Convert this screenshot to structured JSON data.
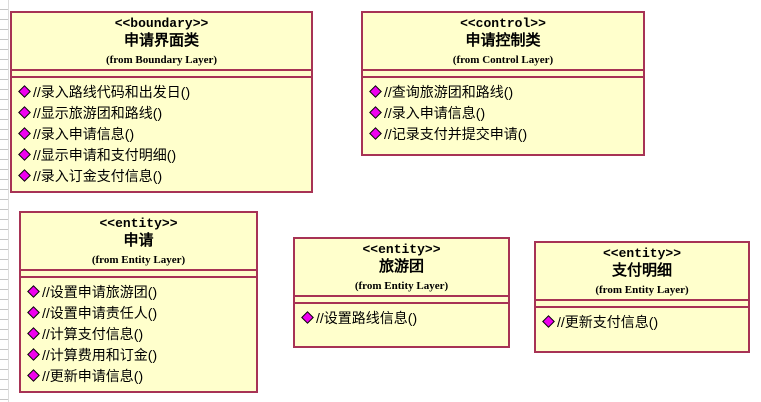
{
  "colors": {
    "class_fill": "#FFFFCC",
    "class_border": "#A73355",
    "operation_icon": "#EE00EE",
    "operation_icon_shade": "#7A00B8",
    "operation_icon_outline": "#000000",
    "ruler_tick": "#C6C6C6"
  },
  "classes": [
    {
      "stereotype": "<<boundary>>",
      "name": "申请界面类",
      "from": "(from Boundary Layer)",
      "methods": [
        "//录入路线代码和出发日()",
        "//显示旅游团和路线()",
        "//录入申请信息()",
        "//显示申请和支付明细()",
        "//录入订金支付信息()"
      ]
    },
    {
      "stereotype": "<<control>>",
      "name": "申请控制类",
      "from": "(from Control Layer)",
      "methods": [
        "//查询旅游团和路线()",
        "//录入申请信息()",
        "//记录支付并提交申请()"
      ]
    },
    {
      "stereotype": "<<entity>>",
      "name": "申请",
      "from": "(from Entity Layer)",
      "methods": [
        "//设置申请旅游团()",
        "//设置申请责任人()",
        "//计算支付信息()",
        "//计算费用和订金()",
        "//更新申请信息()"
      ]
    },
    {
      "stereotype": "<<entity>>",
      "name": "旅游团",
      "from": "(from Entity Layer)",
      "methods": [
        "//设置路线信息()"
      ]
    },
    {
      "stereotype": "<<entity>>",
      "name": "支付明细",
      "from": "(from Entity Layer)",
      "methods": [
        "//更新支付信息()"
      ]
    }
  ]
}
